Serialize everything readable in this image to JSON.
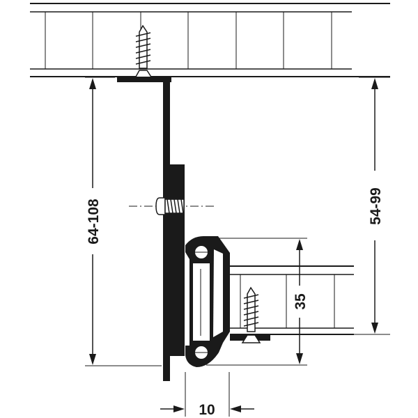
{
  "dimensions": {
    "cabinet_height": "64-108",
    "drawer_offset": "54-99",
    "runner_height": "35",
    "side_clearance": "10"
  },
  "colors": {
    "ink": "#1a1a1a",
    "background": "#ffffff"
  }
}
